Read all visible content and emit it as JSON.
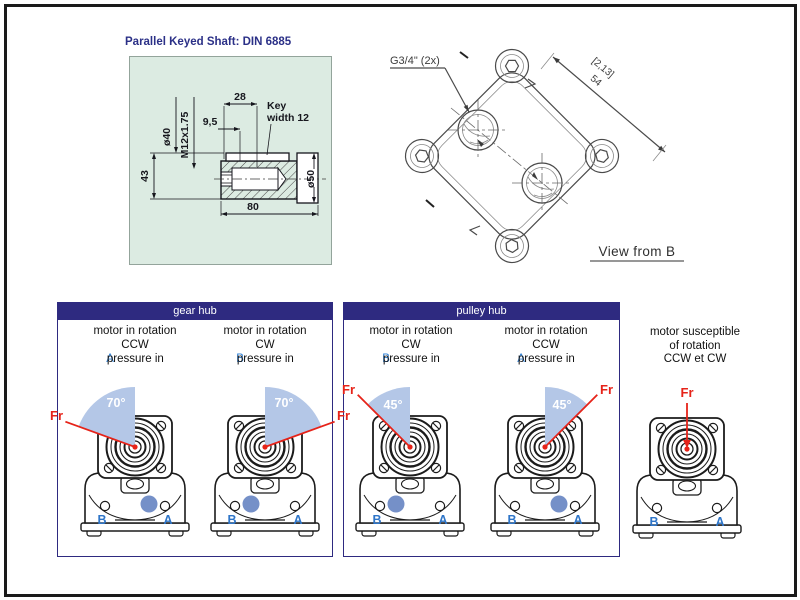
{
  "shaft": {
    "title": "Parallel Keyed Shaft: DIN 6885",
    "dim_28": "28",
    "dim_95": "9,5",
    "key_label_1": "Key",
    "key_label_2": "width 12",
    "dim_d40": "ø40",
    "dim_thread": "M12x1.75",
    "dim_43": "43",
    "dim_d50": "ø50",
    "dim_80": "80"
  },
  "flange": {
    "port_label": "G3/4\" (2x)",
    "dim_inch": "[2,13]",
    "dim_mm": "54",
    "caption": "View from B"
  },
  "panels": [
    {
      "header": "gear hub",
      "motors": [
        {
          "caption_1": "motor in rotation",
          "caption_2": "CCW",
          "pressure_letter": "A",
          "caption_3": "pressure in",
          "angle_label": "70°",
          "fr_label": "Fr",
          "port_left": "B",
          "port_right": "A"
        },
        {
          "caption_1": "motor in rotation",
          "caption_2": "CW",
          "pressure_letter": "B",
          "caption_3": "pressure in",
          "angle_label": "70°",
          "fr_label": "Fr",
          "port_left": "B",
          "port_right": "A"
        }
      ]
    },
    {
      "header": "pulley hub",
      "motors": [
        {
          "caption_1": "motor in rotation",
          "caption_2": "CW",
          "pressure_letter": "B",
          "caption_3": "pressure in",
          "angle_label": "45°",
          "fr_label": "Fr",
          "port_left": "B",
          "port_right": "A"
        },
        {
          "caption_1": "motor in rotation",
          "caption_2": "CCW",
          "pressure_letter": "A",
          "caption_3": "pressure in",
          "angle_label": "45°",
          "fr_label": "Fr",
          "port_left": "B",
          "port_right": "A"
        }
      ]
    }
  ],
  "bidirectional_motor": {
    "caption_1": "motor susceptible",
    "caption_2": "of rotation",
    "caption_3": "CCW et CW",
    "fr_label": "Fr",
    "port_left": "B",
    "port_right": "A"
  },
  "colors": {
    "header_navy": "#2e2a80",
    "shaft_box_mint": "#dcebe2",
    "force_red": "#e62319",
    "sector_blue": "#b4c7e7",
    "port_dot_blue": "#7590c8",
    "port_letter_blue": "#2e75c8"
  }
}
